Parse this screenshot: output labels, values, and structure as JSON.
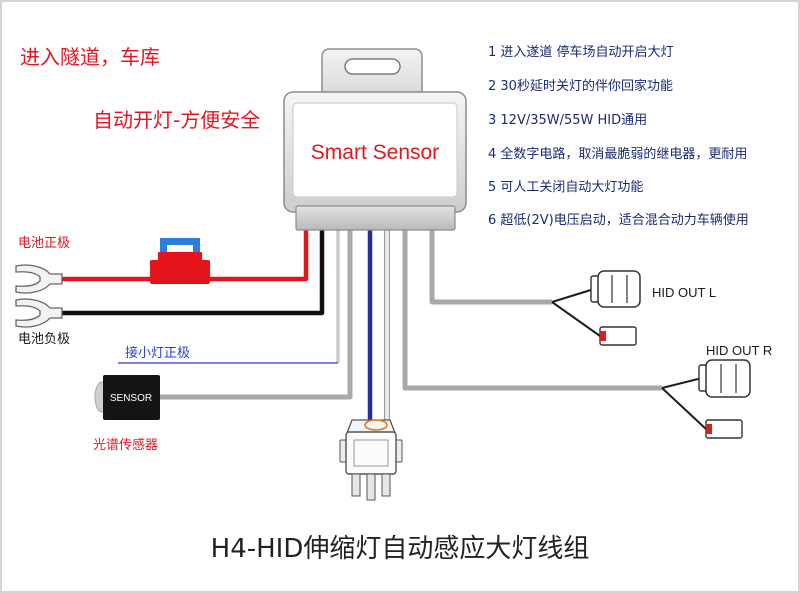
{
  "header": {
    "tunnel_text": "进入隧道，车库",
    "auto_light_text": "自动开灯-方便安全"
  },
  "device": {
    "label": "Smart Sensor"
  },
  "features": [
    "1 进入遂道 停车场自动开启大灯",
    "2 30秒延时关灯的伴你回家功能",
    "3 12V/35W/55W HID通用",
    "4 全数字电路，取消最脆弱的继电器，更耐用",
    "5 可人工关闭自动大灯功能",
    "6 超低(2V)电压启动，适合混合动力车辆使用"
  ],
  "labels": {
    "battery_positive": "电池正极",
    "battery_negative": "电池负极",
    "parking_light_positive": "接小灯正极",
    "sensor": "SENSOR",
    "light_sensor": "光谱传感器",
    "hid_out_left": "HID OUT L",
    "hid_out_right": "HID OUT R"
  },
  "title": "H4-HID伸缩灯自动感应大灯线组",
  "colors": {
    "red_text": "#e4161f",
    "blue_text": "#1b2a74",
    "link_blue": "#2f3fd0",
    "wire_red": "#e3141c",
    "wire_black": "#111111",
    "wire_blue": "#26309a",
    "wire_white": "#ececec",
    "wire_light_gray": "#c9c9c9",
    "wire_gray": "#a9a9a9",
    "fuse_blue": "#2a7ee0",
    "fuse_red": "#e3141c"
  }
}
